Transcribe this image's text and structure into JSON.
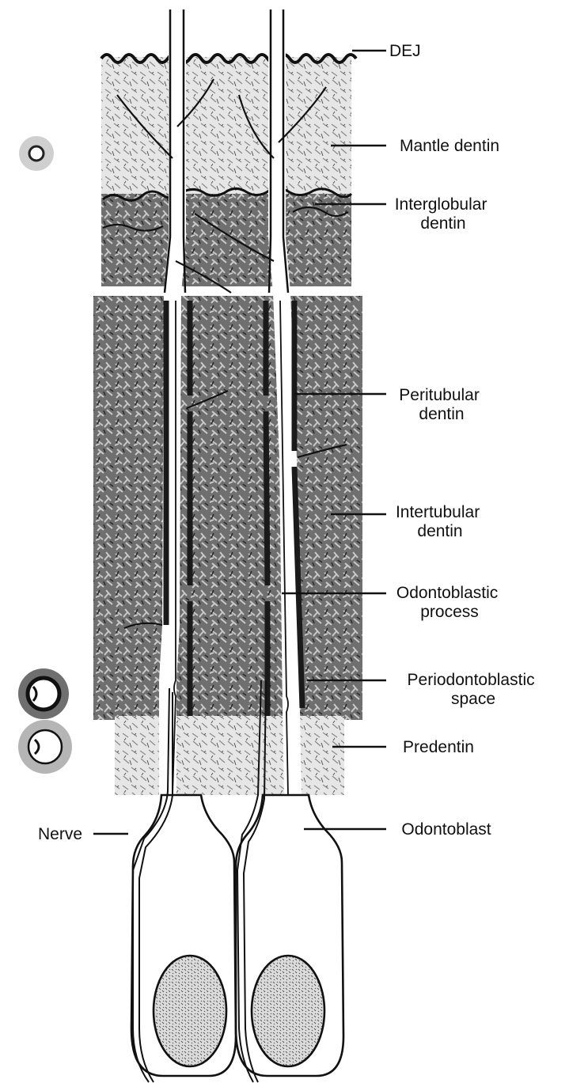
{
  "labels": {
    "dej": "DEJ",
    "mantle_dentin": [
      "Mantle dentin"
    ],
    "interglobular_dentin": [
      "Interglobular",
      "dentin"
    ],
    "peritubular_dentin": [
      "Peritubular",
      "dentin"
    ],
    "intertubular_dentin": [
      "Intertubular",
      "dentin"
    ],
    "odontoblastic_process": [
      "Odontoblastic",
      "process"
    ],
    "periodontoblastic_space": [
      "Periodontoblastic",
      "space"
    ],
    "predentin": [
      "Predentin"
    ],
    "odontoblast": [
      "Odontoblast"
    ],
    "nerve": [
      "Nerve"
    ]
  }
}
